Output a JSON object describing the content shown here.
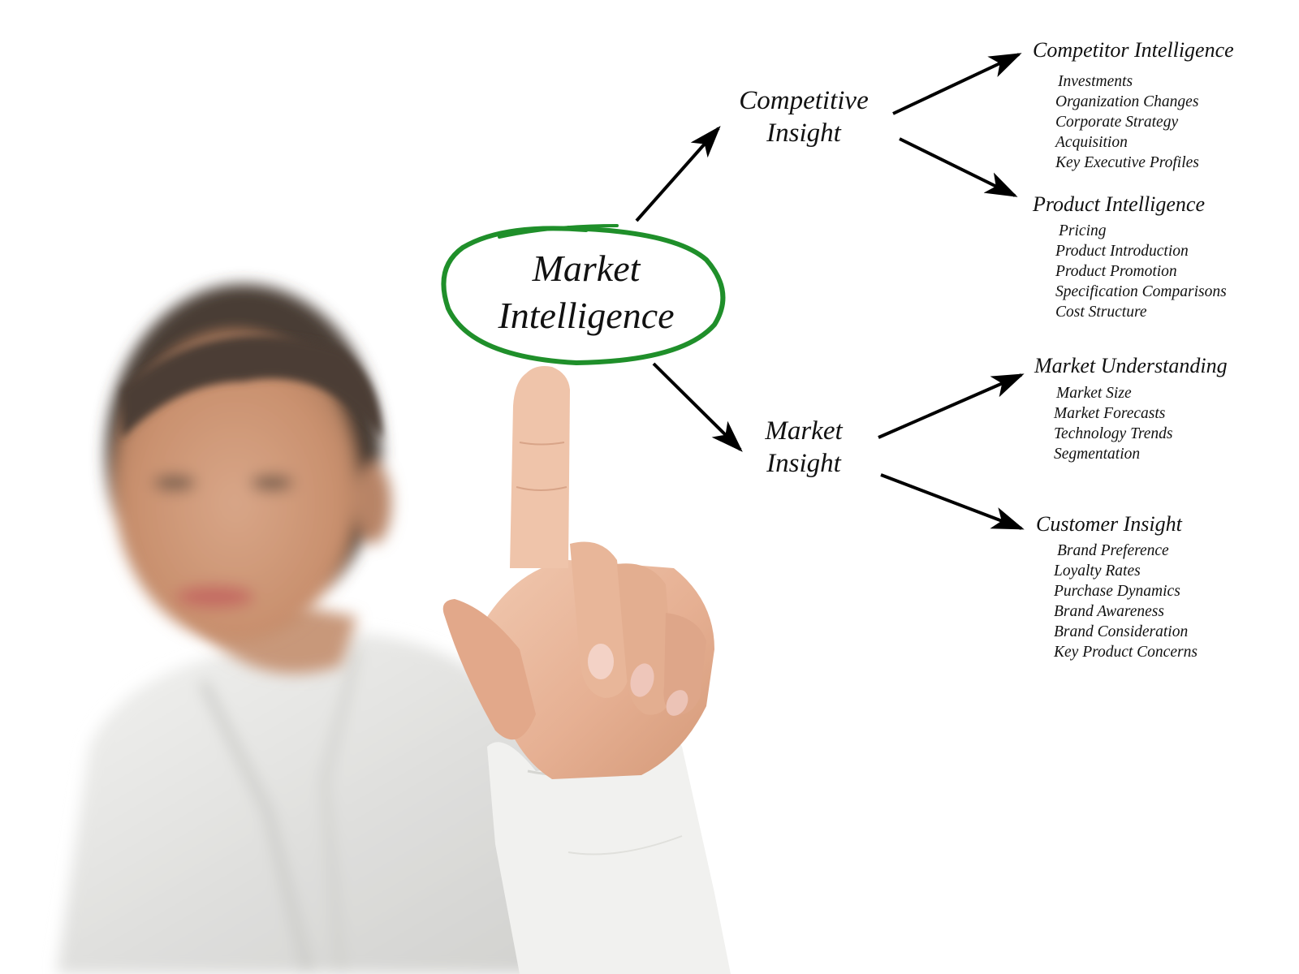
{
  "diagram": {
    "root": {
      "label_line1": "Market",
      "label_line2": "Intelligence",
      "ring_color": "#1f8f2a"
    },
    "branches": [
      {
        "label_line1": "Competitive",
        "label_line2": "Insight",
        "children": [
          {
            "title": "Competitor Intelligence",
            "items": [
              "Investments",
              "Organization Changes",
              "Corporate Strategy",
              "Acquisition",
              "Key Executive Profiles"
            ]
          },
          {
            "title": "Product Intelligence",
            "items": [
              "Pricing",
              "Product Introduction",
              "Product Promotion",
              "Specification Comparisons",
              "Cost Structure"
            ]
          }
        ]
      },
      {
        "label_line1": "Market",
        "label_line2": "Insight",
        "children": [
          {
            "title": "Market Understanding",
            "items": [
              "Market Size",
              "Market Forecasts",
              "Technology Trends",
              "Segmentation"
            ]
          },
          {
            "title": "Customer Insight",
            "items": [
              "Brand Preference",
              "Loyalty Rates",
              "Purchase Dynamics",
              "Brand Awareness",
              "Brand Consideration",
              "Key Product Concerns"
            ]
          }
        ]
      }
    ],
    "arrow_color": "#000000"
  },
  "photo": {
    "subject": "blurred man in white shirt pointing index finger at diagram",
    "skin_color": "#d9a585",
    "hair_color": "#4a3c35",
    "shirt_color": "#ececea"
  }
}
